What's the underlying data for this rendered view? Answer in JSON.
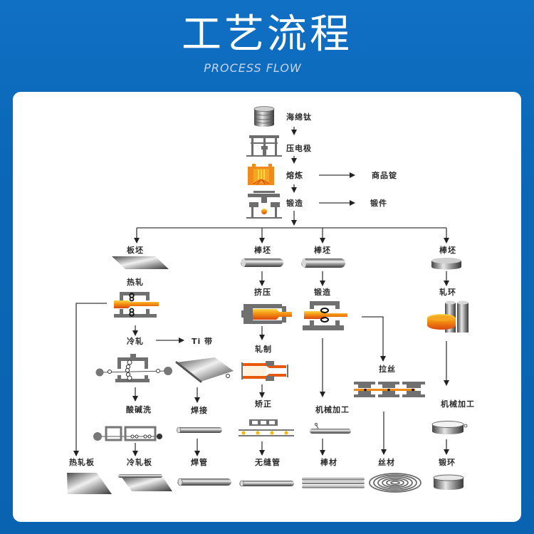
{
  "header": {
    "title": "工艺流程",
    "subtitle": "PROCESS FLOW"
  },
  "main_line": {
    "sponge_titanium": "海绵钛",
    "electrode_pressing": "压电极",
    "melting": "熔炼",
    "commercial_ingot": "商品锭",
    "forging": "锻造",
    "forgings": "锻件"
  },
  "plate_route": {
    "slab": "板坯",
    "hot_rolling": "热轧",
    "cold_rolling": "冷轧",
    "ti_strip": "Ti 带",
    "pickling": "酸碱洗",
    "welding": "焊接",
    "hot_rolled_plate": "热轧板",
    "cold_rolled_plate": "冷轧板",
    "welded_pipe": "焊管"
  },
  "tube_route": {
    "billet": "棒坯",
    "extrusion": "挤压",
    "rolling": "轧制",
    "straightening": "矫正",
    "seamless_tube": "无缝管"
  },
  "bar_route": {
    "billet": "棒坯",
    "forging": "锻造",
    "machining": "机械加工",
    "bar": "棒材",
    "wire_drawing": "拉丝",
    "wire": "丝材"
  },
  "ring_route": {
    "billet": "棒坯",
    "ring_rolling": "轧环",
    "machining": "机械加工",
    "forged_ring": "锻环"
  },
  "colors": {
    "background": "#0b67b7",
    "panel": "#ffffff",
    "hot_metal": "#f28a10",
    "machine_grey": "#6d6d6d",
    "connector": "#3a3a3a"
  }
}
